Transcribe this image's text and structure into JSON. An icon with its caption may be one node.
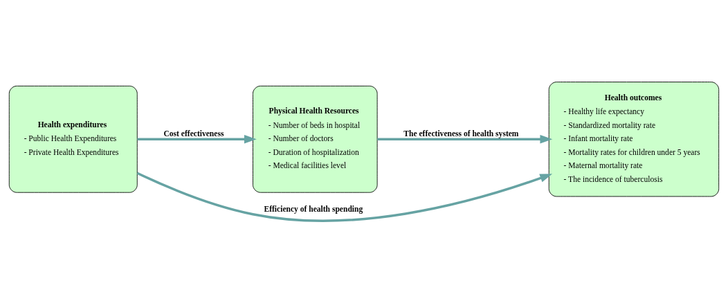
{
  "diagram": {
    "nodes": [
      {
        "text": [
          "Health expenditures",
          "- Public Health Expenditures",
          "- Private Health Expenditures"
        ]
      },
      {
        "text": [
          "Physical Health Resources",
          "- Number of beds in hospital",
          "- Number of doctors",
          "- Duration of hospitalization",
          "- Medical facilities level"
        ]
      },
      {
        "text": [
          "Health outcomes",
          "- Healthy life expectancy",
          "- Standardized mortality rate",
          "- Infant mortality rate",
          "- Mortality rates for children under 5 years",
          "- Maternal mortality rate",
          "- The incidence of tuberculosis"
        ]
      }
    ],
    "edges": [
      {
        "from": 0,
        "to": 2,
        "arrow": "to",
        "label": "Efficiency of health spending"
      },
      {
        "from": 0,
        "to": 1,
        "arrow": "to",
        "label": "Cost effectiveness"
      },
      {
        "from": 1,
        "to": 2,
        "arrow": "to",
        "label": "The effectiveness of health system"
      }
    ]
  }
}
